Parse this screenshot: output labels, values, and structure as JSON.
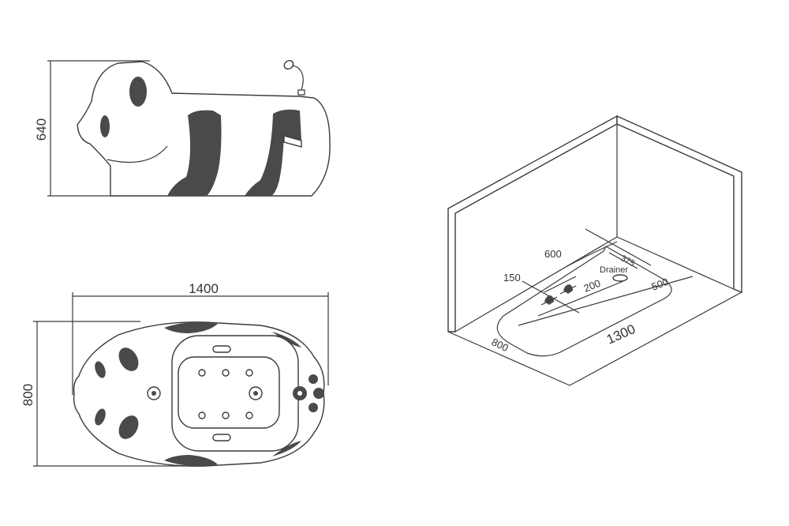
{
  "side_view": {
    "height": "640"
  },
  "top_view": {
    "length": "1400",
    "width": "800"
  },
  "room_view": {
    "wall_to_tap": "600",
    "tap_spacing": "150",
    "drain_offset": "375",
    "tap_to_drain": "200",
    "drainer_label": "Drainer",
    "drain_to_end": "500",
    "tub_length": "1300",
    "tub_width": "800"
  },
  "colors": {
    "line": "#3a3a3a",
    "fill": "#4a4a4a",
    "background": "#ffffff"
  }
}
